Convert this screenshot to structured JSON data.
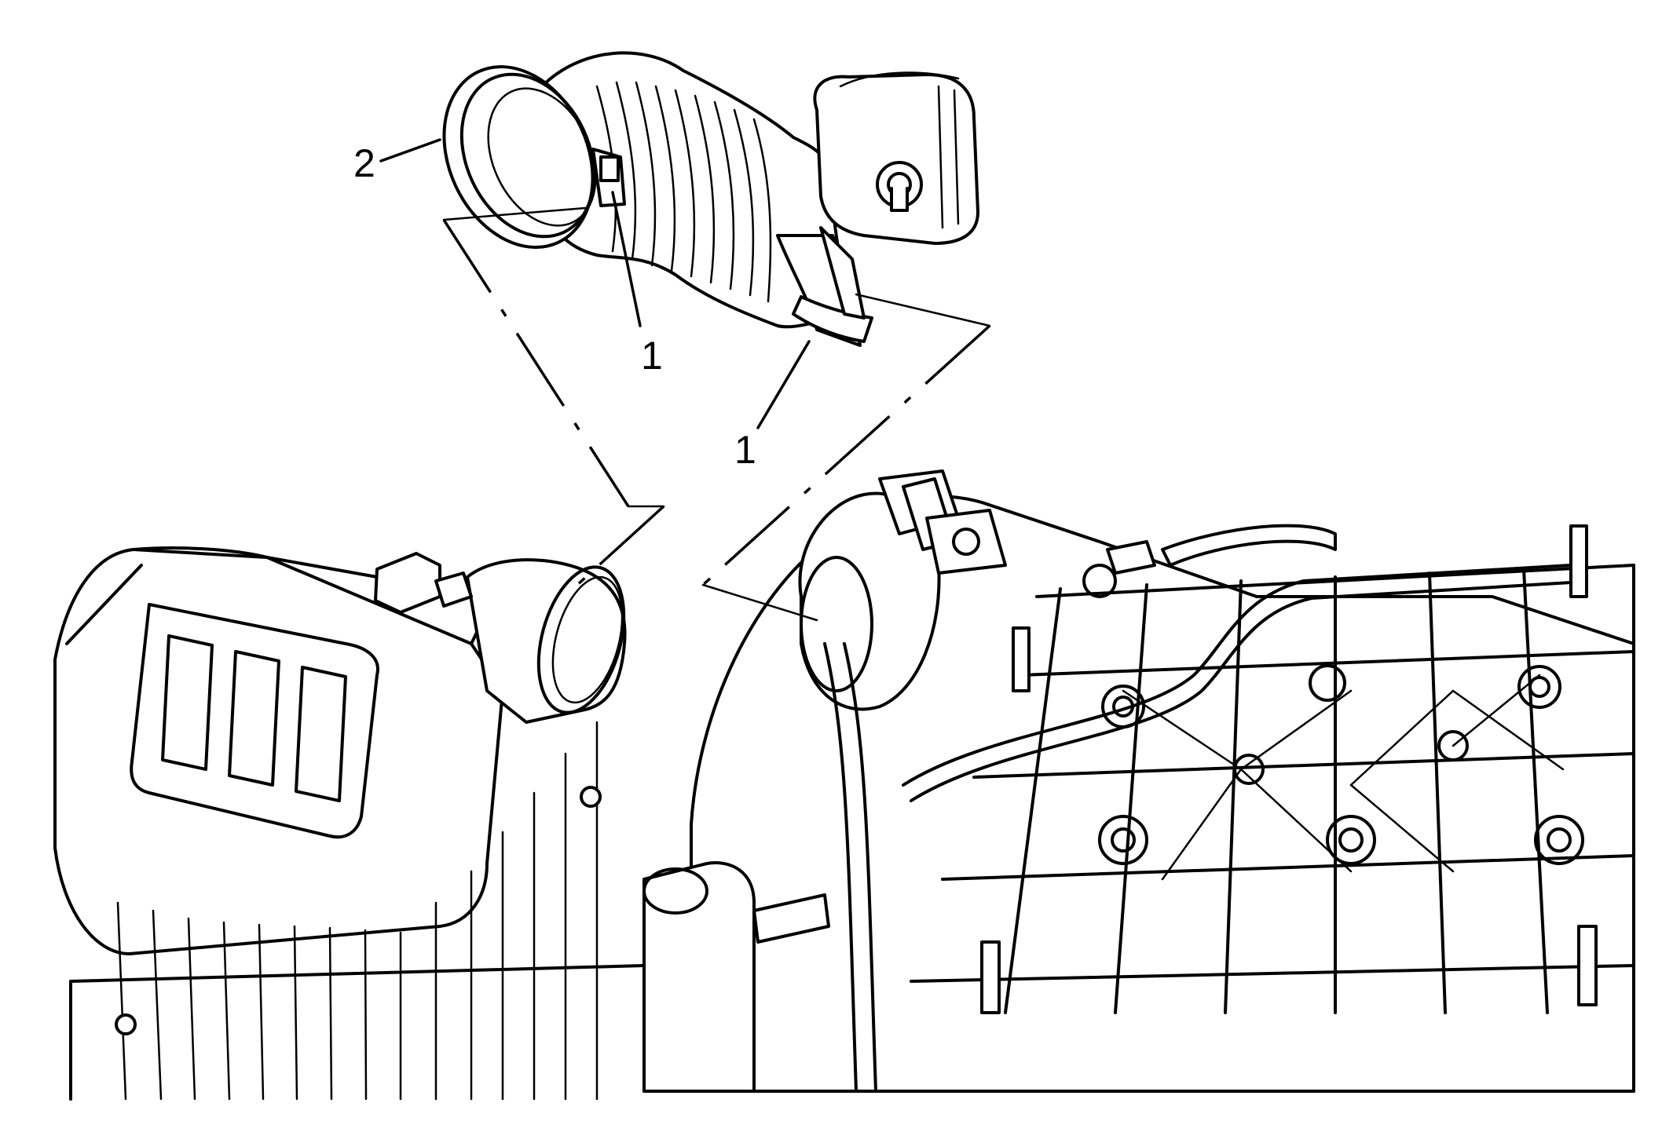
{
  "diagram": {
    "callouts": [
      {
        "id": "clamp-ring-upper",
        "label": "1"
      },
      {
        "id": "clamp-throttle",
        "label": "1"
      },
      {
        "id": "air-duct",
        "label": "2"
      }
    ]
  }
}
